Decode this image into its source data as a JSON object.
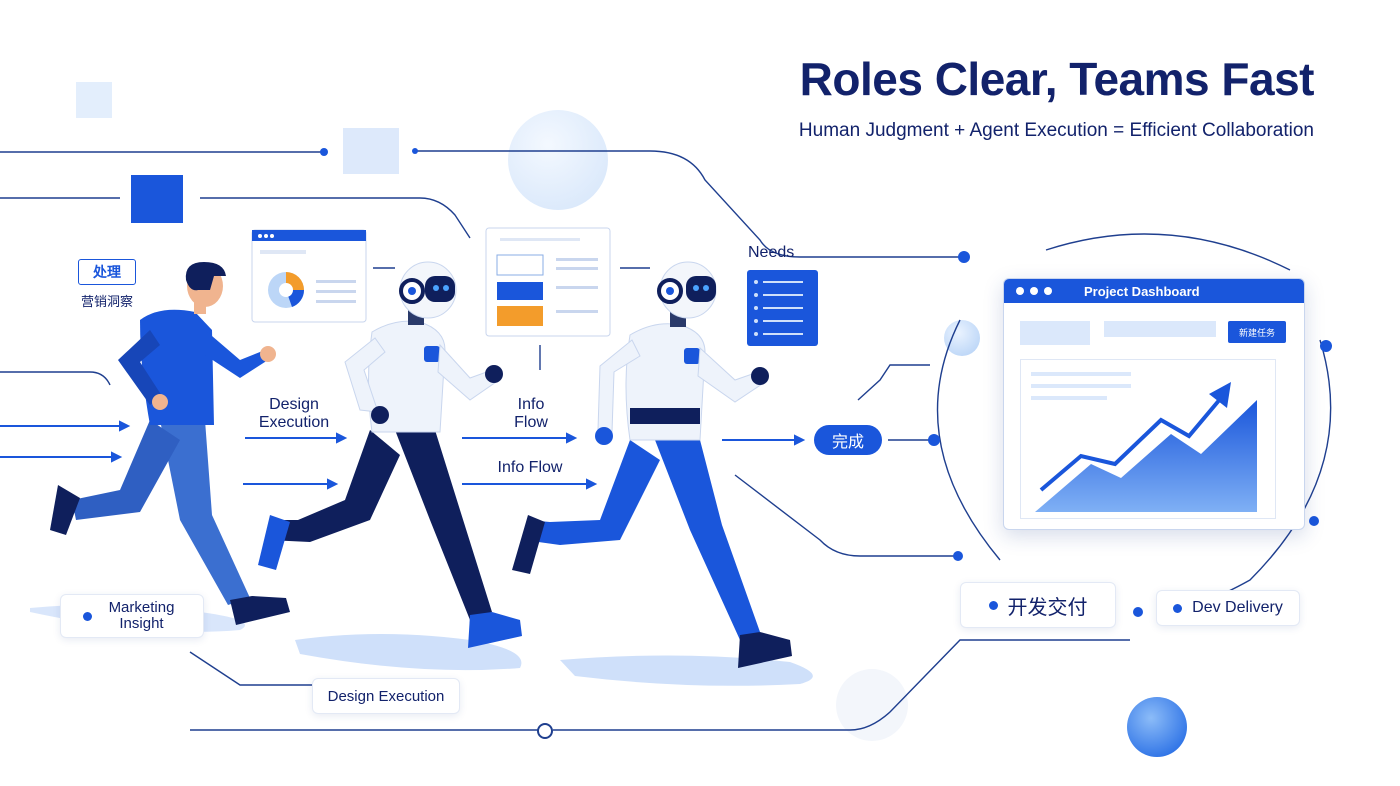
{
  "header": {
    "title": "Roles Clear, Teams Fast",
    "subtitle": "Human Judgment + Agent Execution = Efficient Collaboration"
  },
  "labels": {
    "design_execution_upper": "Design Execution",
    "info_flow_upper": "Info Flow",
    "info_flow_lower": "Info Flow",
    "needs": "Needs",
    "marketing_insight": "Marketing Insight",
    "design_execution_lower": "Design Execution",
    "done_zh": "完成",
    "dev_delivery_zh": "开发交付",
    "dev_delivery": "Dev Delivery",
    "zh_card_line1": "处理",
    "zh_card_line2": "营销洞察"
  },
  "dashboard": {
    "title": "Project Dashboard",
    "button_label": "新建任务"
  },
  "colors": {
    "brand_blue": "#1a56db",
    "navy": "#12226b",
    "light_blue": "#dbe8fb",
    "orange": "#f39c2b"
  }
}
